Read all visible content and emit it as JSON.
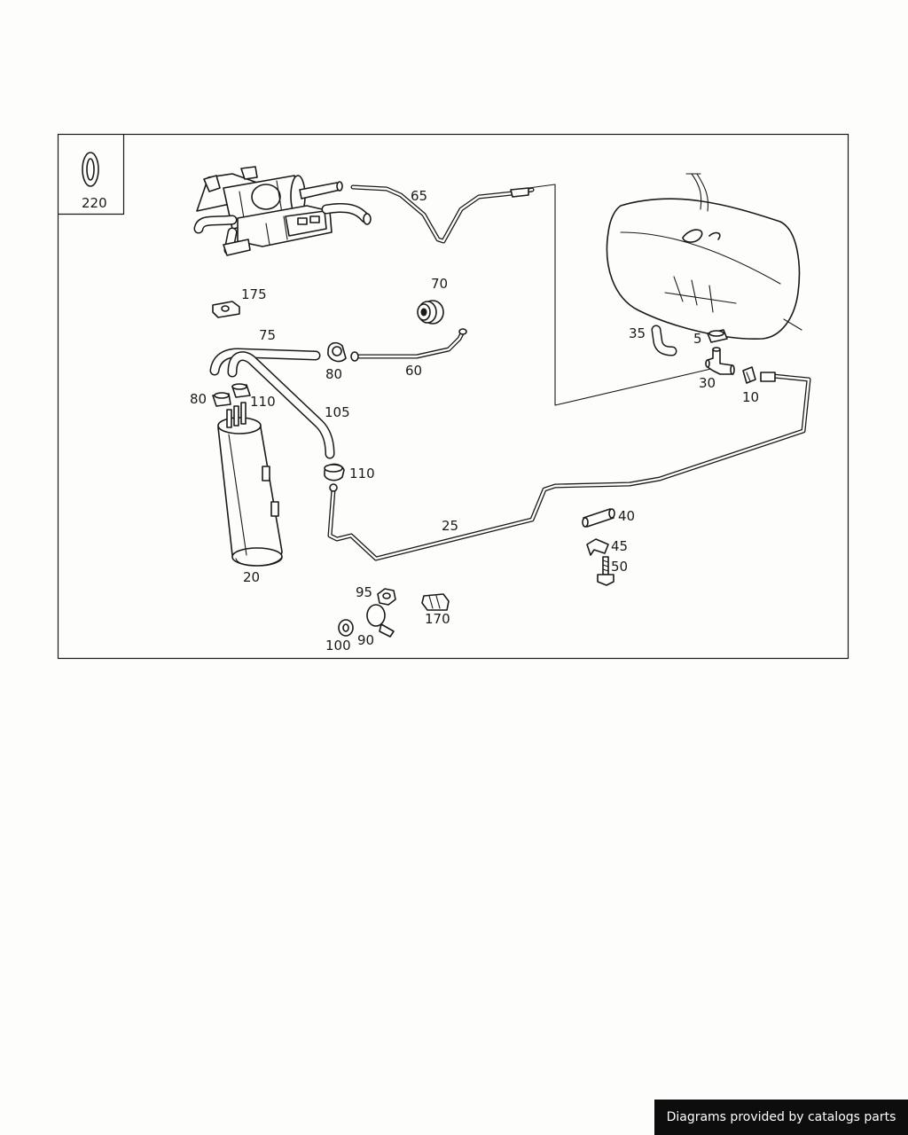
{
  "diagram": {
    "callouts": {
      "c220": "220",
      "c65": "65",
      "c175": "175",
      "c70": "70",
      "c75": "75",
      "c80a": "80",
      "c60": "60",
      "c80b": "80",
      "c110a": "110",
      "c105": "105",
      "c110b": "110",
      "c35": "35",
      "c5": "5",
      "c30": "30",
      "c10": "10",
      "c40": "40",
      "c45": "45",
      "c50": "50",
      "c25": "25",
      "c20": "20",
      "c95": "95",
      "c170": "170",
      "c90": "90",
      "c100": "100"
    }
  },
  "footer": {
    "text": "Diagrams provided by catalogs parts"
  }
}
